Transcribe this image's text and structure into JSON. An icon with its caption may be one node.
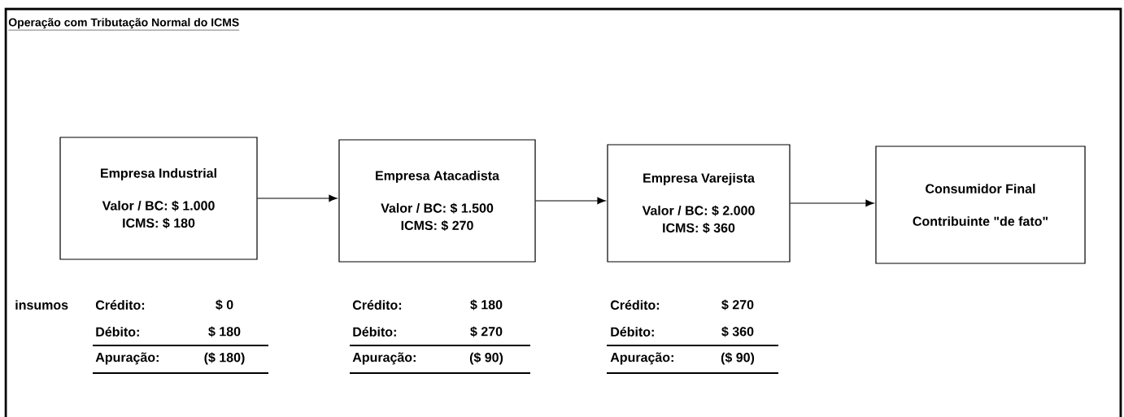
{
  "diagram": {
    "title": "Operação com Tributação Normal do ICMS",
    "nodes": [
      {
        "text": [
          "Empresa Industrial",
          "Valor / BC: $ 1.000",
          "ICMS: $ 180"
        ]
      },
      {
        "text": [
          "Empresa Atacadista",
          "Valor / BC: $ 1.500",
          "ICMS: $ 270"
        ]
      },
      {
        "text": [
          "Empresa Varejista",
          "Valor / BC: $ 2.000",
          "ICMS: $ 360"
        ]
      },
      {
        "text": [
          "Consumidor Final",
          "Contribuinte \"de fato\""
        ]
      }
    ],
    "edges": [
      {
        "from": 0,
        "to": 1,
        "arrow": "to"
      },
      {
        "from": 1,
        "to": 2,
        "arrow": "to"
      },
      {
        "from": 2,
        "to": 3,
        "arrow": "to"
      }
    ],
    "labels": [
      "insumos",
      "Crédito:",
      "$ 0",
      "Débito:",
      "$ 180",
      "Apuração:",
      "($ 180)",
      "Crédito:",
      "$ 180",
      "Débito:",
      "$ 270",
      "Apuração:",
      "($ 90)",
      "Crédito:",
      "$ 270",
      "Débito:",
      "$ 360",
      "Apuração:",
      "($ 90)"
    ]
  }
}
